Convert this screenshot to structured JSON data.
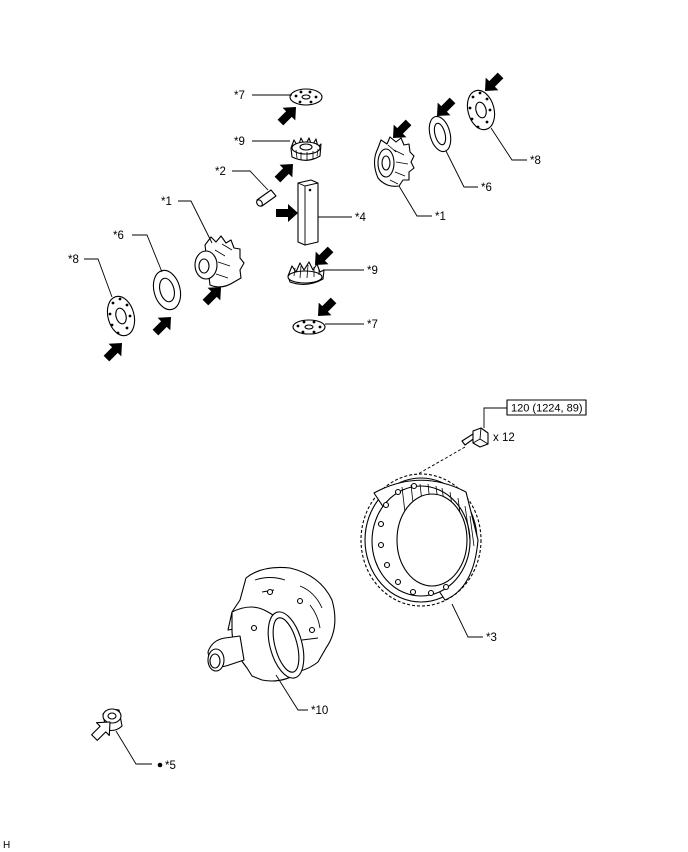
{
  "callouts": {
    "c7_top": "*7",
    "c9_top": "*9",
    "c2": "*2",
    "c4": "*4",
    "c1_left": "*1",
    "c6_left": "*6",
    "c8_left": "*8",
    "c9_bottom": "*9",
    "c7_bottom": "*7",
    "c1_right": "*1",
    "c6_right": "*6",
    "c8_right": "*8",
    "c3": "*3",
    "c10": "*10",
    "c5": "*5"
  },
  "torque_spec": "120 (1224, 89)",
  "bolt_quantity": "x 12",
  "corner_mark": "H",
  "icons": {
    "apply_grease_arrow": "solid-black-arrow",
    "install_direction_arrow": "outline-arrow",
    "non_reusable_mark": "bullet-dot"
  }
}
